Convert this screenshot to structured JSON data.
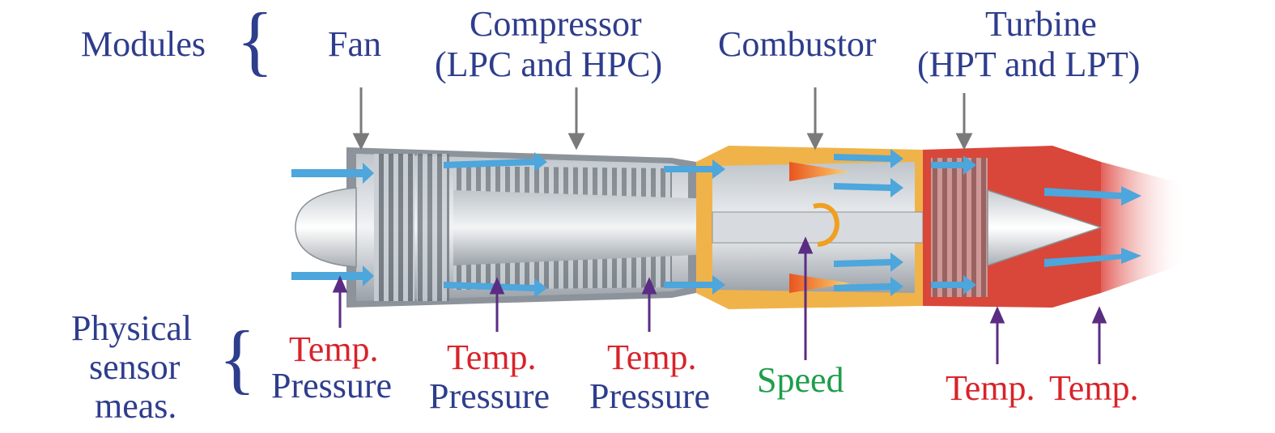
{
  "module_group": {
    "label": "Modules",
    "brace_color": "#2E3D8C"
  },
  "modules": [
    {
      "name": "Fan",
      "lines": [
        "Fan"
      ]
    },
    {
      "name": "Compressor",
      "lines": [
        "Compressor",
        "(LPC and HPC)"
      ]
    },
    {
      "name": "Combustor",
      "lines": [
        "Combustor"
      ]
    },
    {
      "name": "Turbine",
      "lines": [
        "Turbine",
        "(HPT and LPT)"
      ]
    }
  ],
  "sensor_group": {
    "lines": [
      "Physical",
      "sensor",
      "meas."
    ]
  },
  "sensors": [
    {
      "lines": [
        "Temp.",
        "Pressure"
      ]
    },
    {
      "lines": [
        "Temp.",
        "Pressure"
      ]
    },
    {
      "lines": [
        "Temp.",
        "Pressure"
      ]
    },
    {
      "lines": [
        "Speed"
      ]
    },
    {
      "lines": [
        "Temp."
      ]
    },
    {
      "lines": [
        "Temp."
      ]
    }
  ],
  "colors": {
    "label_blue": "#2E3D8C",
    "temp_red": "#D8232A",
    "speed_green": "#1E9E4A",
    "module_arrow": "#7A7A7A",
    "sensor_arrow": "#5B2C83",
    "airflow": "#4DA6DC",
    "hot_section": "#D9473A"
  }
}
